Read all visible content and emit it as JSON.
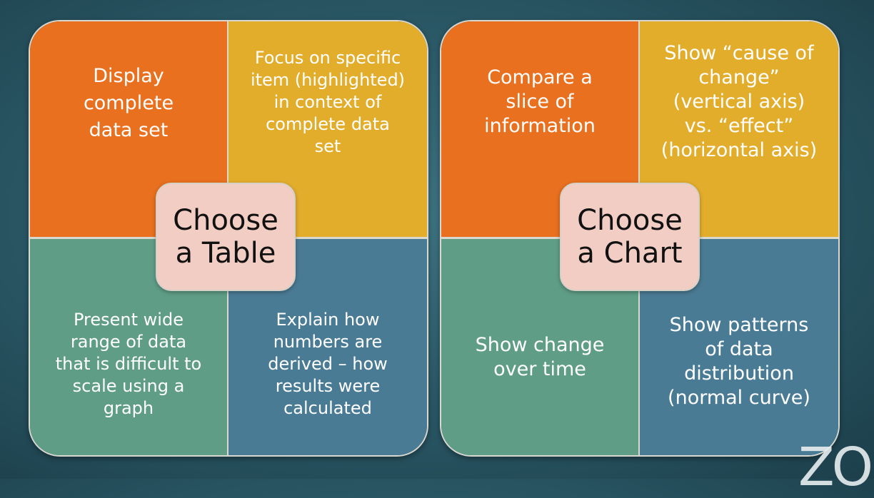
{
  "table_panel": {
    "top_left": "Display\ncomplete\ndata set",
    "top_right": "Focus on specific\nitem (highlighted)\nin context of\ncomplete data\nset",
    "bottom_left": "Present wide\nrange of data\nthat is difficult to\nscale using a\ngraph",
    "bottom_right": "Explain how\nnumbers are\nderived – how\nresults were\ncalculated",
    "center": "Choose\na Table"
  },
  "chart_panel": {
    "top_left": "Compare a\nslice of\ninformation",
    "top_right": "Show “cause of\nchange”\n(vertical axis)\nvs. “effect”\n(horizontal axis)",
    "bottom_left": "Show change\nover time",
    "bottom_right": "Show patterns\nof data\ndistribution\n(normal curve)",
    "center": "Choose\na Chart"
  },
  "logo_text": "ZO",
  "colors": {
    "orange": "#e8701f",
    "gold": "#e3ad2c",
    "green": "#5f9d87",
    "blue": "#4a7b94",
    "center_pink": "#f2cdc3"
  }
}
